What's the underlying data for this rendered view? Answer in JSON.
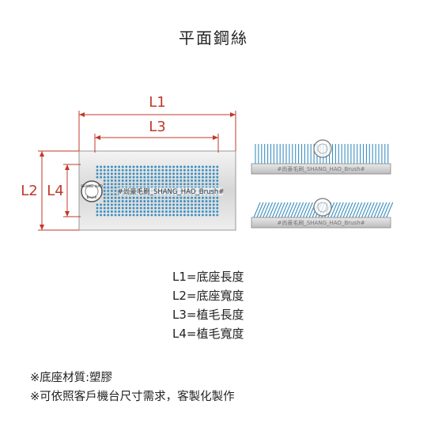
{
  "title": "平面鋼絲",
  "dimensions": {
    "l1": "L1",
    "l2": "L2",
    "l3": "L3",
    "l4": "L4"
  },
  "logo": {
    "top_text": "SHANG HAO",
    "bottom_text": "Brush"
  },
  "watermark": "#尚豪毛刷_SHANG_HAO_Brush#",
  "side_watermark": "#尚豪毛刷_SHANG_HAO_Brush#",
  "legend": [
    "L1=底座長度",
    "L2=底座寬度",
    "L3=植毛長度",
    "L4=植毛寬度"
  ],
  "notes": [
    "※底座材質:塑膠",
    "※可依照客戶機台尺寸需求，客製化製作"
  ],
  "colors": {
    "dimension": "#c0392b",
    "bristle": "#3b8fc0",
    "base": "#d9d9d9"
  }
}
